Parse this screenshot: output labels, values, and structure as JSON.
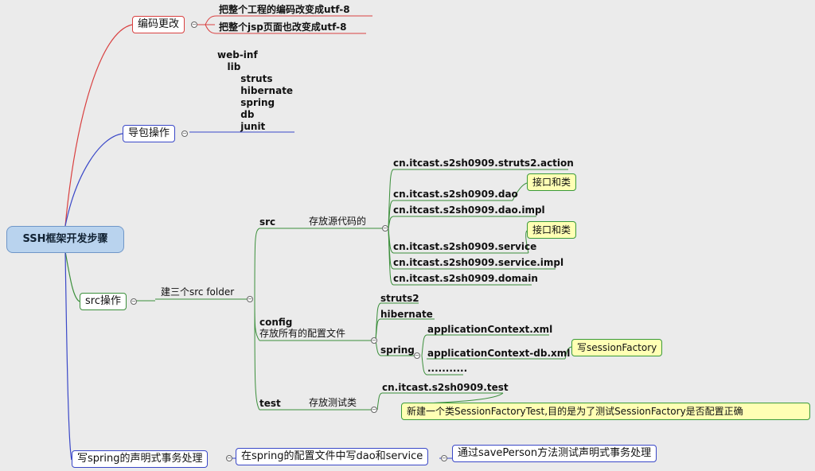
{
  "root": "SSH框架开发步骤",
  "encoding": {
    "title": "编码更改",
    "items": [
      "把整个工程的编码改变成utf-8",
      "把整个jsp页面也改变成utf-8"
    ]
  },
  "import": {
    "title": "导包操作",
    "tree": "web-inf\n   lib\n       struts\n       hibernate\n       spring\n       db\n       junit"
  },
  "src_ops": {
    "title": "src操作",
    "child": "建三个src folder",
    "src": {
      "label": "src",
      "desc": "存放源代码的",
      "packages": [
        "cn.itcast.s2sh0909.struts2.action",
        "cn.itcast.s2sh0909.dao",
        "cn.itcast.s2sh0909.dao.impl",
        "cn.itcast.s2sh0909.service",
        "cn.itcast.s2sh0909.service.impl",
        "cn.itcast.s2sh0909.domain"
      ],
      "note1": "接口和类",
      "note2": "接口和类"
    },
    "config": {
      "label": "config",
      "desc": "存放所有的配置文件",
      "items": [
        "struts2",
        "hibernate",
        "spring"
      ],
      "spring_items": [
        "applicationContext.xml",
        "applicationContext-db.xml",
        "..........."
      ],
      "note": "写sessionFactory"
    },
    "test": {
      "label": "test",
      "desc": "存放测试类",
      "package": "cn.itcast.s2sh0909.test",
      "note": "新建一个类SessionFactoryTest,目的是为了测试SessionFactory是否配置正确"
    }
  },
  "tx": {
    "title": "写spring的声明式事务处理",
    "step1": "在spring的配置文件中写dao和service",
    "step2": "通过savePerson方法测试声明式事务处理"
  },
  "colors": {
    "red": "#d94040",
    "blue": "#3a48c8",
    "green": "#3b8f3b",
    "root_fill": "#b9d3ee",
    "note_fill": "#ffffb4"
  }
}
